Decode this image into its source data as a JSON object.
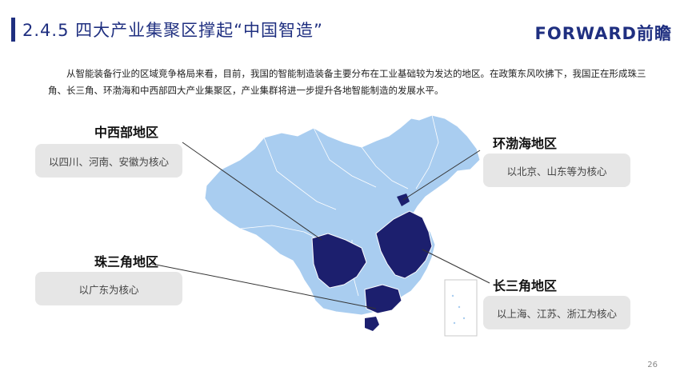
{
  "header": {
    "title": "2.4.5 四大产业集聚区撑起“中国智造”",
    "logo": "FORWARD前瞻"
  },
  "intro": "从智能装备行业的区域竞争格局来看，目前，我国的智能制造装备主要分布在工业基础较为发达的地区。在政策东风吹拂下，我国正在形成珠三角、长三角、环渤海和中西部四大产业集聚区，产业集群将进一步提升各地智能制造的发展水平。",
  "regions": {
    "central_west": {
      "name": "中西部地区",
      "desc": "以四川、河南、安徽为核心"
    },
    "bohai": {
      "name": "环渤海地区",
      "desc": "以北京、山东等为核心"
    },
    "prd": {
      "name": "珠三角地区",
      "desc": "以广东为核心"
    },
    "yrd": {
      "name": "长三角地区",
      "desc": "以上海、江苏、浙江为核心"
    }
  },
  "colors": {
    "brand": "#1f2f80",
    "map_light": "#a9cdf0",
    "map_dark": "#1c1f6e",
    "box": "#e6e6e6"
  },
  "page_number": "26"
}
